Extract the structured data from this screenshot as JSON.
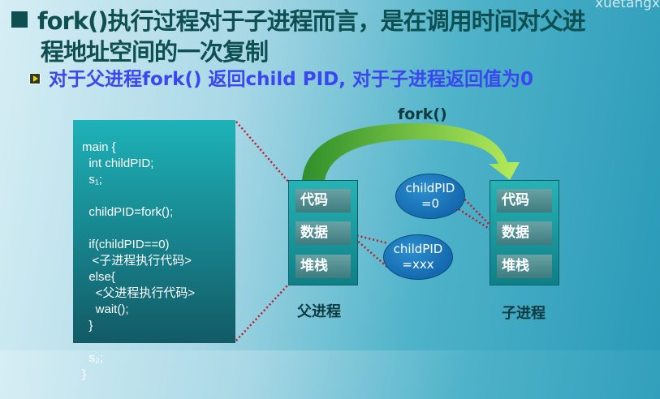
{
  "watermark": "xuetangx",
  "title": {
    "line1": "fork()执行过程对于子进程而言，是在调用时间对父进",
    "line2": "程地址空间的一次复制"
  },
  "bullet": "对于父进程fork() 返回child PID, 对于子进程返回值为0",
  "code": [
    "main {",
    "  int childPID;",
    "  s₁;",
    "",
    "  childPID=fork();",
    "",
    "  if(childPID==0)",
    "   <子进程执行代码>",
    "  else{",
    "    <父进程执行代码>",
    "    wait();",
    "  }",
    "",
    "  s₂;",
    "}"
  ],
  "diagram": {
    "fork_label": "fork()",
    "parent": {
      "label": "父进程",
      "blocks": [
        "代码",
        "数据",
        "堆栈"
      ]
    },
    "child": {
      "label": "子进程",
      "blocks": [
        "代码",
        "数据",
        "堆栈"
      ]
    },
    "child_return": {
      "line1": "childPID",
      "line2": "=0"
    },
    "parent_return": {
      "line1": "childPID",
      "line2": "=xxx"
    },
    "colors": {
      "arrow": "#8fd43a",
      "dotted": "#c0182a"
    }
  }
}
